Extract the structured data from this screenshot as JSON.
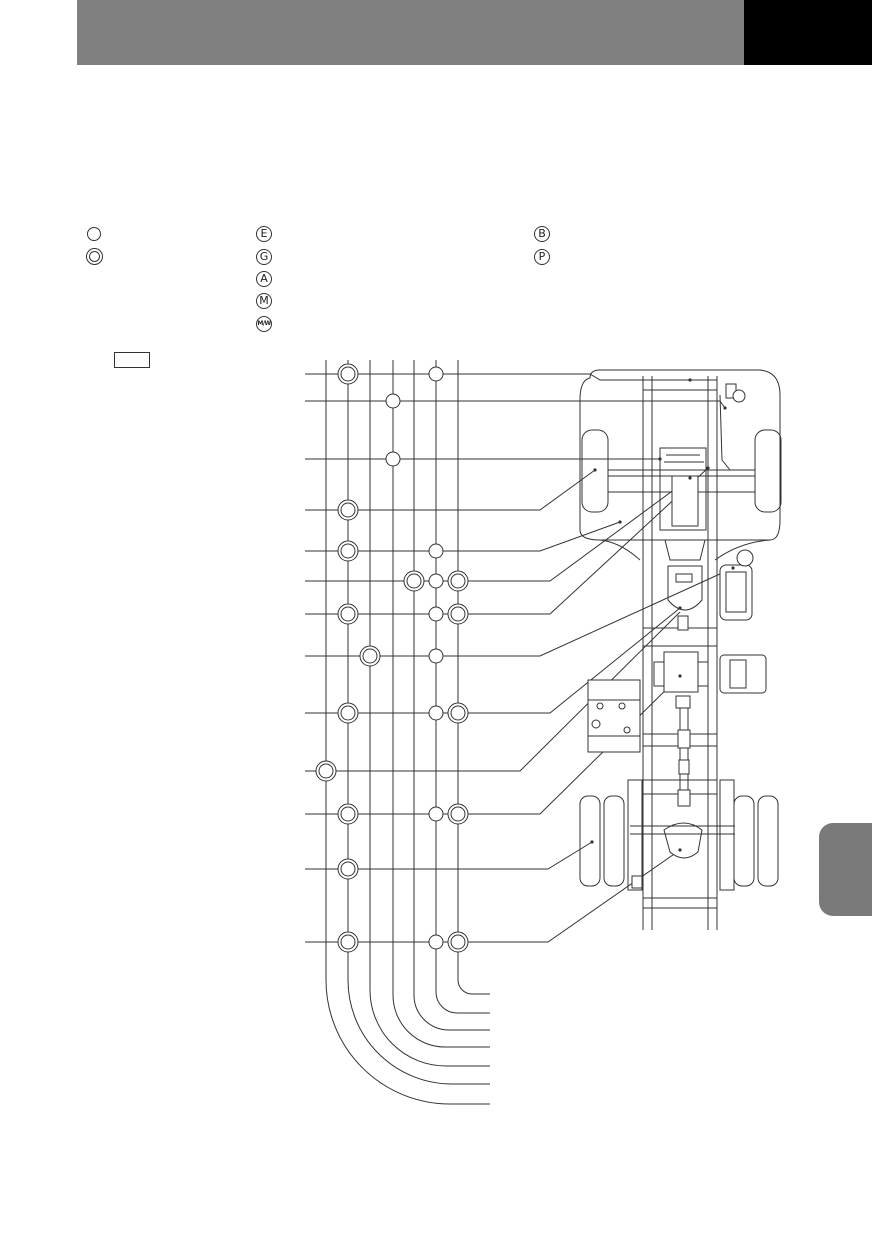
{
  "legend": {
    "col1": [
      {
        "icon": "single-circle-symbol"
      },
      {
        "icon": "double-circle-symbol"
      }
    ],
    "col2": [
      {
        "letter": "E"
      },
      {
        "letter": "G"
      },
      {
        "letter": "A"
      },
      {
        "letter": "M"
      },
      {
        "letter": "M/W"
      }
    ],
    "col3": [
      {
        "letter": "B"
      },
      {
        "letter": "P"
      }
    ]
  },
  "colors": {
    "header": "#808080",
    "header_corner": "#000000",
    "side_tab": "#7a7a7a",
    "line": "#333333"
  }
}
